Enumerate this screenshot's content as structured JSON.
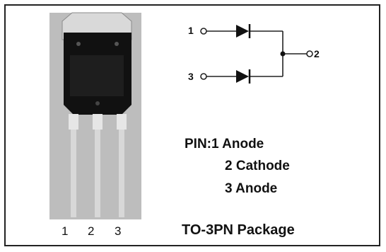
{
  "pins_below_package": [
    "1",
    "2",
    "3"
  ],
  "schematic": {
    "pin1": "1",
    "pin2": "2",
    "pin3": "3"
  },
  "pin_description": {
    "line1": "PIN:1 Anode",
    "line2": "2 Cathode",
    "line3": "3 Anode"
  },
  "package_name": "TO-3PN Package",
  "colors": {
    "body": "#111111",
    "tab": "#c7c7c7",
    "leads": "#d6d6d6",
    "photo_bg": "#bdbdbd",
    "line": "#222222"
  }
}
